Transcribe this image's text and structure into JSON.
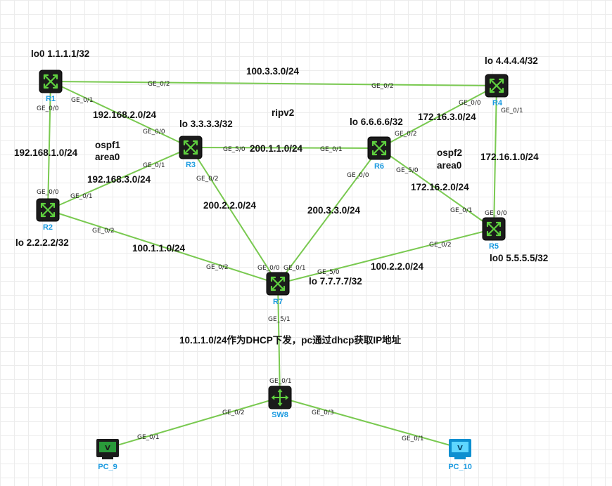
{
  "colors": {
    "link": "#79c950",
    "device_label": "#1a9ae0",
    "router_icon": "#5fd13f",
    "pc_icon_pc9": "#2a9a3a",
    "pc_icon_pc10": "#25b4e8"
  },
  "devices": {
    "R1": {
      "name": "R1",
      "icon": "router-icon"
    },
    "R2": {
      "name": "R2",
      "icon": "router-icon"
    },
    "R3": {
      "name": "R3",
      "icon": "router-icon"
    },
    "R4": {
      "name": "R4",
      "icon": "router-icon"
    },
    "R5": {
      "name": "R5",
      "icon": "router-icon"
    },
    "R6": {
      "name": "R6",
      "icon": "router-icon"
    },
    "R7": {
      "name": "R7",
      "icon": "router-icon"
    },
    "SW8": {
      "name": "SW8",
      "icon": "switch-icon"
    },
    "PC_9": {
      "name": "PC_9",
      "icon": "pc-icon"
    },
    "PC_10": {
      "name": "PC_10",
      "icon": "pc-icon"
    }
  },
  "ports": {
    "r1_r4_r1": "GE_0/2",
    "r1_r4_r4": "GE_0/2",
    "r1_r2_r1": "GE_0/0",
    "r1_r2_r2": "GE_0/0",
    "r1_r3_r1": "GE_0/1",
    "r1_r3_r3": "GE_0/0",
    "r2_r3_r2": "GE_0/1",
    "r2_r3_r3": "GE_0/1",
    "r2_r7_r2": "GE_0/2",
    "r2_r7_r7": "GE_0/2",
    "r3_r6_r3": "GE_5/0",
    "r3_r6_r6": "GE_0/1",
    "r3_r7_r3": "GE_0/2",
    "r3_r7_r7": "GE_0/0",
    "r6_r4_r6": "GE_0/2",
    "r6_r4_r4": "GE_0/0",
    "r6_r7_r6": "GE_0/0",
    "r6_r7_r7": "GE_0/1",
    "r6_r5_r6": "GE_5/0",
    "r6_r5_r5": "GE_0/1",
    "r4_r5_r4": "GE_0/1",
    "r4_r5_r5": "GE_0/0",
    "r7_r5_r7": "GE_5/0",
    "r7_r5_r5": "GE_0/2",
    "r7_sw8_r7": "GE_5/1",
    "r7_sw8_sw8": "GE_0/1",
    "sw8_pc9_sw8": "GE_0/2",
    "sw8_pc9_pc": "GE_0/1",
    "sw8_pc10_sw8": "GE_0/3",
    "sw8_pc10_pc": "GE_0/1"
  },
  "networks": {
    "r1_r4": "100.3.3.0/24",
    "r1_r2": "192.168.1.0/24",
    "r1_r3": "192.168.2.0/24",
    "r2_r3": "192.168.3.0/24",
    "r2_r7": "100.1.1.0/24",
    "r3_r6": "200.1.1.0/24",
    "r3_r7": "200.2.2.0/24",
    "r6_r7": "200.3.3.0/24",
    "r6_r4": "172.16.3.0/24",
    "r6_r5": "172.16.2.0/24",
    "r4_r5": "172.16.1.0/24",
    "r7_r5": "100.2.2.0/24"
  },
  "loopbacks": {
    "R1": "lo0 1.1.1.1/32",
    "R2": "lo 2.2.2.2/32",
    "R3": "lo 3.3.3.3/32",
    "R4": "lo 4.4.4.4/32",
    "R5": "lo0 5.5.5.5/32",
    "R6": "lo 6.6.6.6/32",
    "R7": "lo 7.7.7.7/32"
  },
  "areas": {
    "ospf1": "ospf1",
    "ospf1_area": "area0",
    "rip": "ripv2",
    "ospf2": "ospf2",
    "ospf2_area": "area0"
  },
  "note": "10.1.1.0/24作为DHCP下发，pc通过dhcp获取IP地址"
}
